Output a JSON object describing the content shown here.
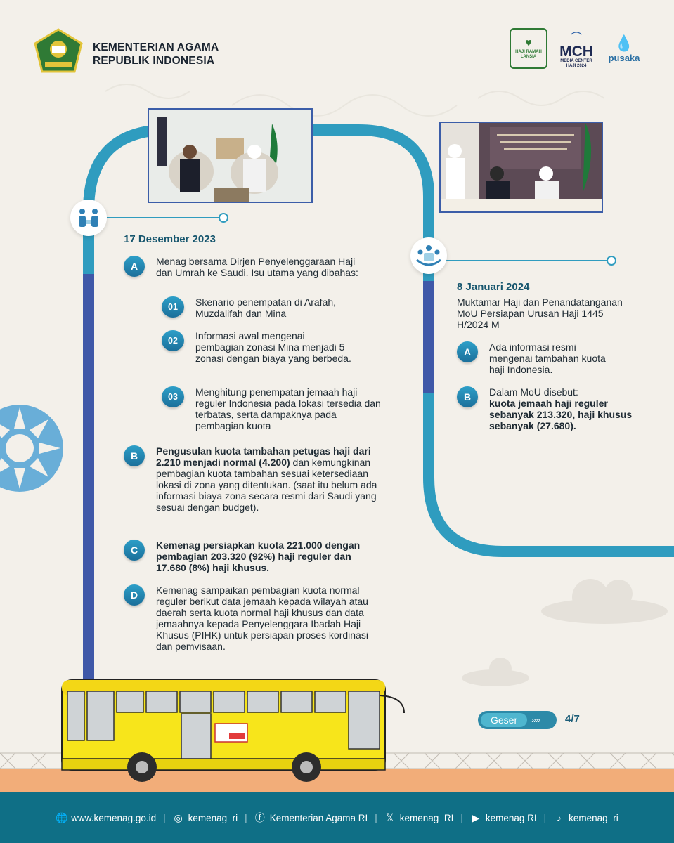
{
  "header": {
    "ministry_line1": "KEMENTERIAN AGAMA",
    "ministry_line2": "REPUBLIK INDONESIA",
    "partner1": "HAJI RAMAH LANSIA",
    "partner2_big": "MCH",
    "partner2_small": "MEDIA CENTER HAJI 2024",
    "partner3": "pusaka"
  },
  "left": {
    "date": "17 Desember 2023",
    "a": {
      "letter": "A",
      "text": "Menag bersama Dirjen Penyelenggaraan Haji dan Umrah ke Saudi. Isu utama yang dibahas:",
      "subitems": [
        {
          "num": "01",
          "text": "Skenario penempatan di Arafah, Muzdalifah dan Mina"
        },
        {
          "num": "02",
          "text": "Informasi awal mengenai pembagian zonasi Mina menjadi 5 zonasi dengan biaya yang berbeda."
        },
        {
          "num": "03",
          "text": "Menghitung penempatan jemaah haji reguler Indonesia pada lokasi tersedia dan terbatas, serta dampaknya pada pembagian kuota"
        }
      ]
    },
    "b": {
      "letter": "B",
      "bold": "Pengusulan kuota tambahan petugas haji dari 2.210 menjadi normal (4.200)",
      "text": " dan kemungkinan pembagian kuota tambahan sesuai ketersediaan lokasi di zona yang ditentukan. (saat itu belum ada informasi biaya zona secara resmi dari Saudi yang sesuai dengan budget)."
    },
    "c": {
      "letter": "C",
      "bold": "Kemenag persiapkan kuota 221.000 dengan pembagian 203.320 (92%) haji reguler dan 17.680 (8%) haji khusus."
    },
    "d": {
      "letter": "D",
      "text": "Kemenag sampaikan pembagian kuota normal reguler berikut data jemaah kepada wilayah atau  daerah serta kuota normal haji khusus dan data jemaahnya kepada Penyelenggara Ibadah Haji Khusus (PIHK) untuk persiapan proses kordinasi dan pemvisaan."
    }
  },
  "right": {
    "date": "8 Januari 2024",
    "subtitle": "Muktamar Haji dan Penandatanganan MoU Persiapan Urusan Haji 1445 H/2024 M",
    "a": {
      "letter": "A",
      "text": "Ada informasi resmi mengenai tambahan kuota haji Indonesia."
    },
    "b": {
      "letter": "B",
      "text": "Dalam MoU disebut:",
      "bold": "kuota jemaah haji reguler sebanyak 213.320, haji khusus sebanyak (27.680)."
    }
  },
  "nav": {
    "geser": "Geser",
    "arrows": "››››",
    "page": "4/7"
  },
  "footer": {
    "website": "www.kemenag.go.id",
    "instagram": "kemenag_ri",
    "facebook": "Kementerian Agama RI",
    "x": "kemenag_RI",
    "youtube": "kemenag RI",
    "tiktok": "kemenag_ri"
  },
  "colors": {
    "primary": "#1b6f9a",
    "footer": "#0f6f86",
    "bus": "#f7e51b"
  }
}
